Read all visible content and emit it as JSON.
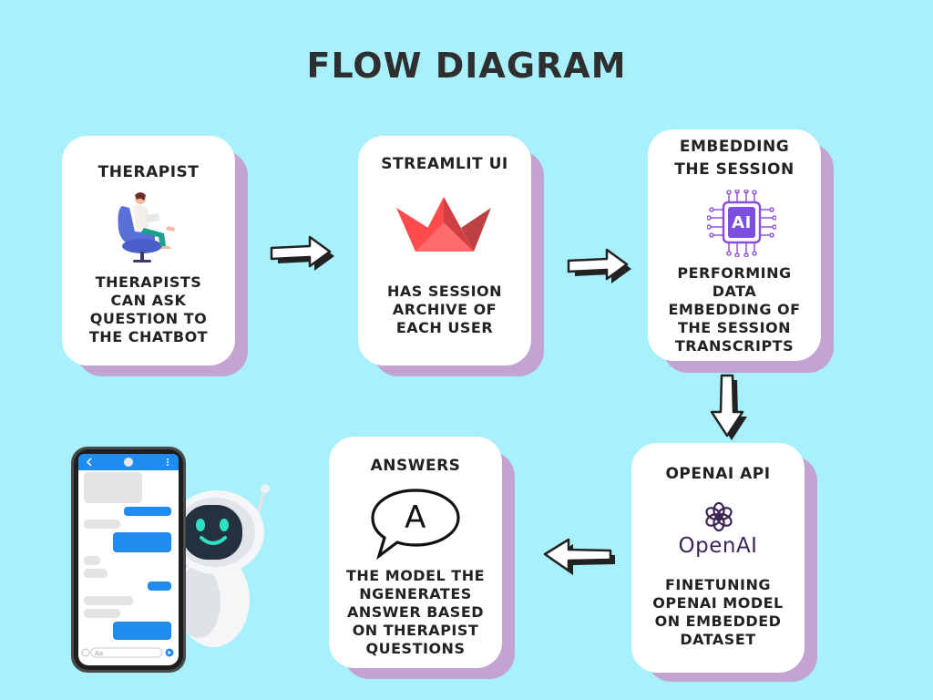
{
  "title": "FLOW DIAGRAM",
  "colors": {
    "background": "#a8f0fb",
    "card": "#ffffff",
    "card_shadow": "#c3a3d1",
    "text": "#222222",
    "title": "#2f2f2f",
    "streamlit_red": "#ff4b4b",
    "ai_purple": "#7b4fe0",
    "openai_purple": "#3d2457",
    "chat_blue": "#1f8cf0"
  },
  "cards": [
    {
      "id": "therapist",
      "heading": "THERAPIST",
      "icon": "person-reading-icon",
      "body": "THERAPISTS\nCAN ASK\nQUESTION TO\nTHE CHATBOT"
    },
    {
      "id": "streamlit",
      "heading": "STREAMLIT UI",
      "icon": "streamlit-logo-icon",
      "body": "HAS SESSION\nARCHIVE OF\nEACH USER"
    },
    {
      "id": "embedding",
      "heading": "EMBEDDING\nTHE SESSION",
      "icon": "ai-chip-icon",
      "icon_text": "AI",
      "body": "PERFORMING\nDATA\nEMBEDDING OF\nTHE SESSION\nTRANSCRIPTS"
    },
    {
      "id": "openai",
      "heading": "OPENAI API",
      "icon": "openai-logo-icon",
      "logo_text": "OpenAI",
      "body": "FINETUNING\nOPENAI MODEL\nON EMBEDDED\nDATASET"
    },
    {
      "id": "answers",
      "heading": "ANSWERS",
      "icon": "speech-bubble-a-icon",
      "icon_text": "A",
      "body": "THE MODEL THE\nNGENERATES\nANSWER BASED\nON THERAPIST\nQUESTIONS"
    }
  ],
  "phone": {
    "input_placeholder": "Aa"
  }
}
